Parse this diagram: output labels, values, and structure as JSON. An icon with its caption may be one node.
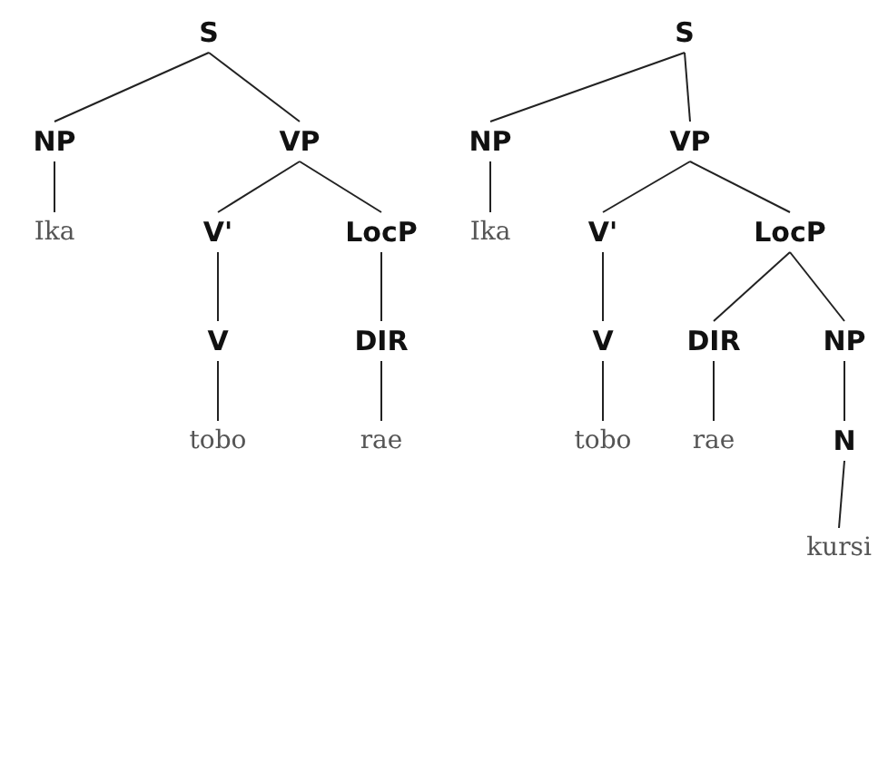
{
  "diagram": {
    "nodes": [
      {
        "text": [
          "S"
        ]
      },
      {
        "text": [
          "NP"
        ]
      },
      {
        "text": [
          "VP"
        ]
      },
      {
        "text": [
          "Ika"
        ]
      },
      {
        "text": [
          "V'"
        ]
      },
      {
        "text": [
          "LocP"
        ]
      },
      {
        "text": [
          "V"
        ]
      },
      {
        "text": [
          "DIR"
        ]
      },
      {
        "text": [
          "tobo"
        ]
      },
      {
        "text": [
          "rae"
        ]
      },
      {
        "text": [
          "S"
        ]
      },
      {
        "text": [
          "NP"
        ]
      },
      {
        "text": [
          "VP"
        ]
      },
      {
        "text": [
          "Ika"
        ]
      },
      {
        "text": [
          "V'"
        ]
      },
      {
        "text": [
          "LocP"
        ]
      },
      {
        "text": [
          "V"
        ]
      },
      {
        "text": [
          "DIR"
        ]
      },
      {
        "text": [
          "NP"
        ]
      },
      {
        "text": [
          "tobo"
        ]
      },
      {
        "text": [
          "rae"
        ]
      },
      {
        "text": [
          "N"
        ]
      },
      {
        "text": [
          "kursi"
        ]
      }
    ],
    "edges": [
      {
        "from": 0,
        "to": 1,
        "arrow": "none"
      },
      {
        "from": 0,
        "to": 2,
        "arrow": "none"
      },
      {
        "from": 1,
        "to": 3,
        "arrow": "none"
      },
      {
        "from": 2,
        "to": 4,
        "arrow": "none"
      },
      {
        "from": 2,
        "to": 5,
        "arrow": "none"
      },
      {
        "from": 4,
        "to": 6,
        "arrow": "none"
      },
      {
        "from": 5,
        "to": 7,
        "arrow": "none"
      },
      {
        "from": 6,
        "to": 8,
        "arrow": "none"
      },
      {
        "from": 7,
        "to": 9,
        "arrow": "none"
      },
      {
        "from": 10,
        "to": 11,
        "arrow": "none"
      },
      {
        "from": 10,
        "to": 12,
        "arrow": "none"
      },
      {
        "from": 11,
        "to": 13,
        "arrow": "none"
      },
      {
        "from": 12,
        "to": 14,
        "arrow": "none"
      },
      {
        "from": 12,
        "to": 15,
        "arrow": "none"
      },
      {
        "from": 14,
        "to": 16,
        "arrow": "none"
      },
      {
        "from": 15,
        "to": 17,
        "arrow": "none"
      },
      {
        "from": 15,
        "to": 18,
        "arrow": "none"
      },
      {
        "from": 16,
        "to": 19,
        "arrow": "none"
      },
      {
        "from": 17,
        "to": 20,
        "arrow": "none"
      },
      {
        "from": 18,
        "to": 21,
        "arrow": "none"
      },
      {
        "from": 21,
        "to": 22,
        "arrow": "none"
      }
    ]
  }
}
